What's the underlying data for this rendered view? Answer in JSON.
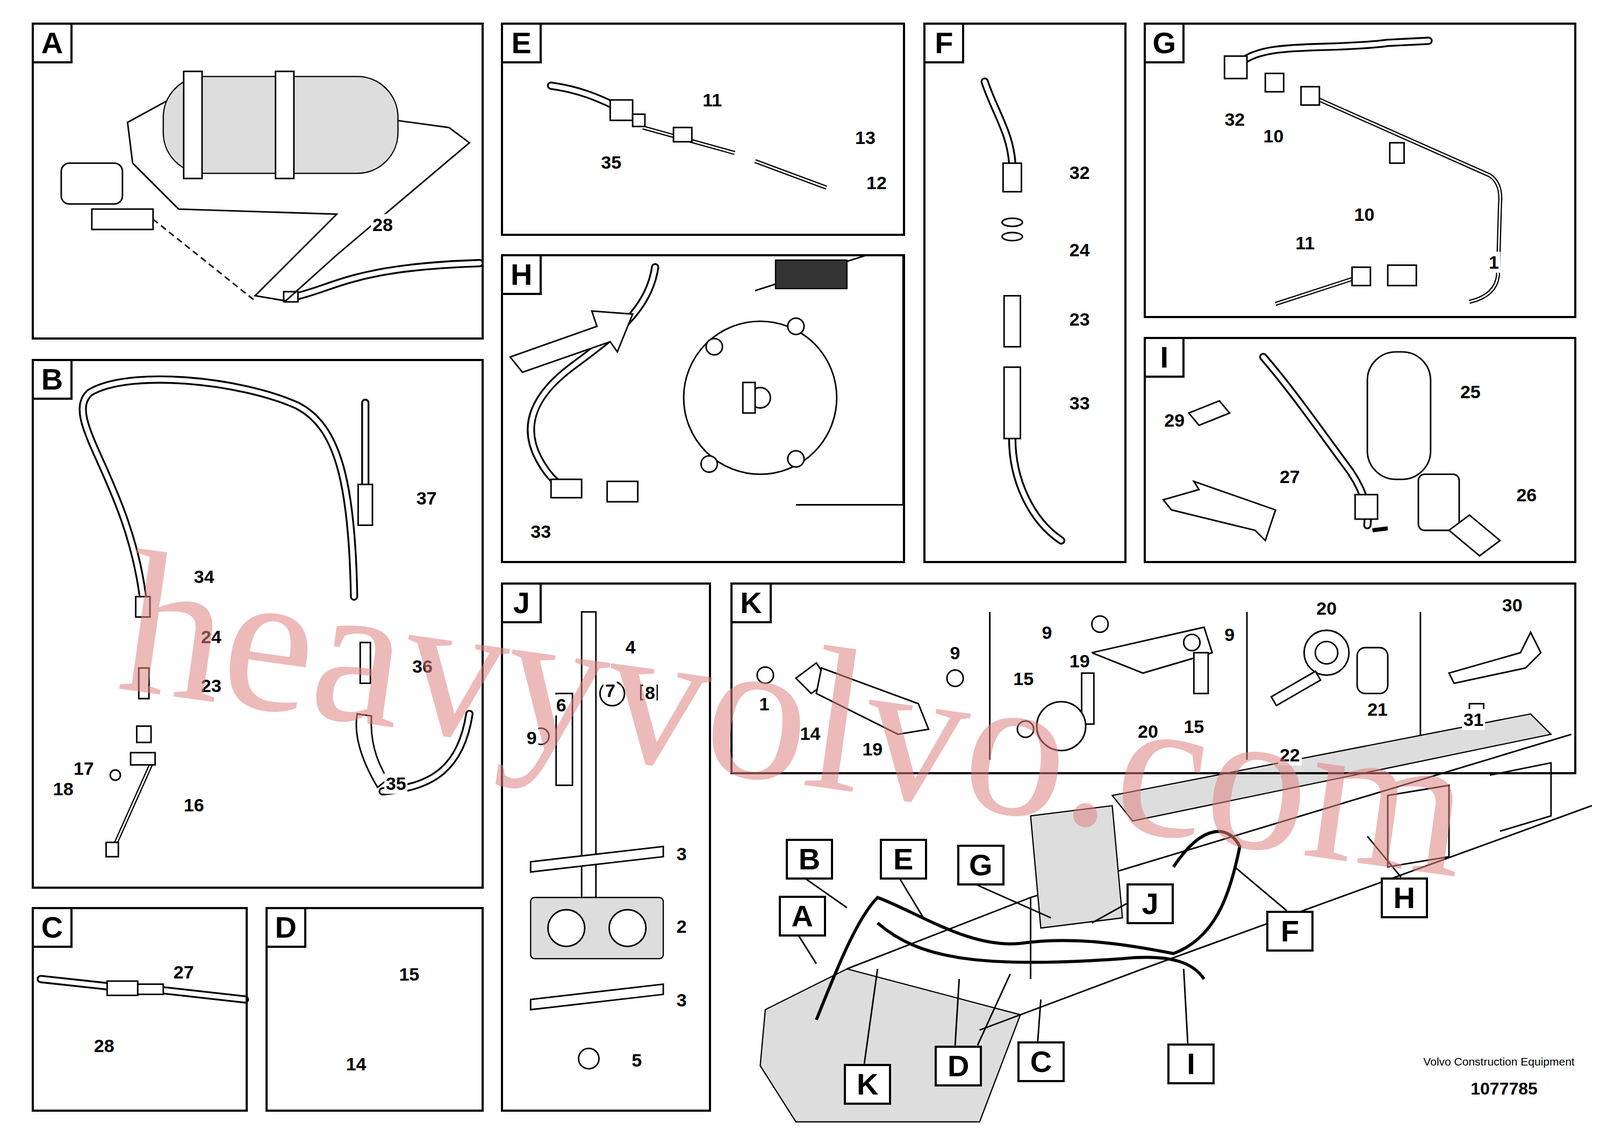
{
  "diagram": {
    "caption": "1077785",
    "nodes": [
      {
        "text": [
          "A"
        ]
      },
      {
        "text": [
          "B"
        ]
      },
      {
        "text": [
          "C"
        ]
      },
      {
        "text": [
          "D"
        ]
      },
      {
        "text": [
          "E"
        ]
      },
      {
        "text": [
          "F"
        ]
      },
      {
        "text": [
          "G"
        ]
      },
      {
        "text": [
          "H"
        ]
      },
      {
        "text": [
          "I"
        ]
      },
      {
        "text": [
          "J"
        ]
      },
      {
        "text": [
          "K"
        ]
      },
      {
        "text": [
          "B"
        ]
      },
      {
        "text": [
          "E"
        ]
      },
      {
        "text": [
          "G"
        ]
      },
      {
        "text": [
          "J"
        ]
      },
      {
        "text": [
          "A"
        ]
      },
      {
        "text": [
          "K"
        ]
      },
      {
        "text": [
          "D"
        ]
      },
      {
        "text": [
          "C"
        ]
      },
      {
        "text": [
          "F"
        ]
      },
      {
        "text": [
          "H"
        ]
      },
      {
        "text": [
          "I"
        ]
      }
    ],
    "labels": [
      "28",
      "34",
      "24",
      "23",
      "17",
      "18",
      "16",
      "37",
      "36",
      "35",
      "27",
      "28",
      "15",
      "14",
      "11",
      "13",
      "35",
      "12",
      "32",
      "24",
      "23",
      "33",
      "32",
      "10",
      "10",
      "11",
      "1",
      "33",
      "25",
      "29",
      "27",
      "26",
      "4",
      "6",
      "7",
      "8",
      "9",
      "3",
      "2",
      "3",
      "5",
      "1",
      "14",
      "19",
      "9",
      "9",
      "19",
      "9",
      "15",
      "15",
      "20",
      "20",
      "22",
      "21",
      "30",
      "31",
      "heavyvolvo.com",
      "Volvo Construction Equipment"
    ]
  }
}
